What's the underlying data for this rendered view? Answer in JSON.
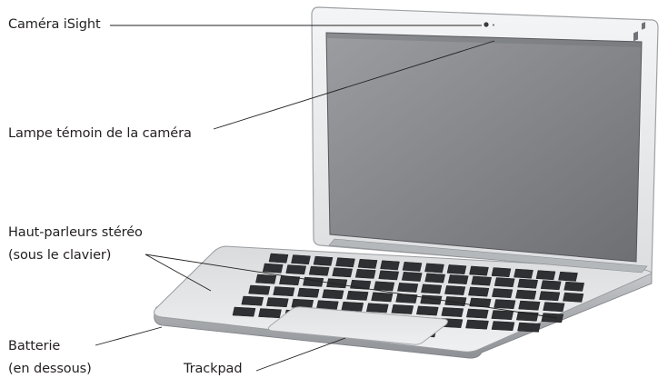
{
  "diagram": {
    "labels": {
      "camera": "Caméra iSight",
      "camera_light": "Lampe témoin de la caméra",
      "speakers_line1": "Haut-parleurs stéréo",
      "speakers_line2": "(sous le clavier)",
      "battery_line1": "Batterie",
      "battery_line2": "(en dessous)",
      "trackpad": "Trackpad"
    }
  }
}
